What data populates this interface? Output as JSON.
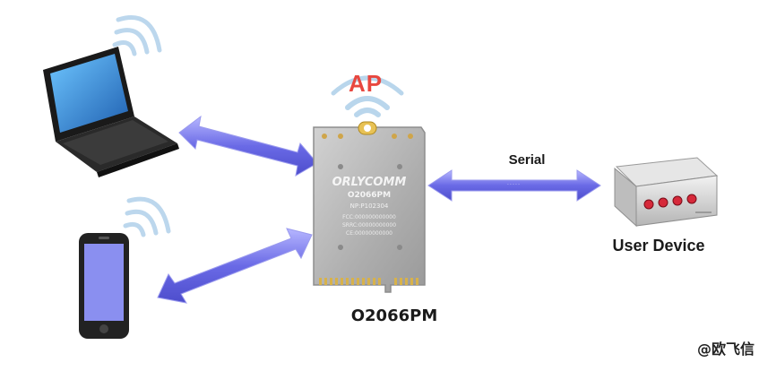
{
  "labels": {
    "ap": "AP",
    "serial": "Serial",
    "module": "O2066PM",
    "user_device": "User Device",
    "watermark": "@欧飞信"
  },
  "module_print": {
    "brand": "ORLYCOMM",
    "model": "O2066PM",
    "pn": "NP:P102304",
    "fcc": "FCC:000000000000",
    "srrc": "SRRC:00000000000",
    "ce": "CE:00000000000"
  },
  "colors": {
    "arrow_fill": "#6f6fe0",
    "arrow_edge": "#a8a8f5",
    "wifi_wave": "#b9d6ec",
    "ap_text": "#e8473f",
    "module_body": "#b7b7b7",
    "device_led": "#d6293a"
  },
  "icons": [
    "laptop-icon",
    "phone-icon",
    "wifi-waves-icon",
    "module-board",
    "user-device-icon"
  ]
}
